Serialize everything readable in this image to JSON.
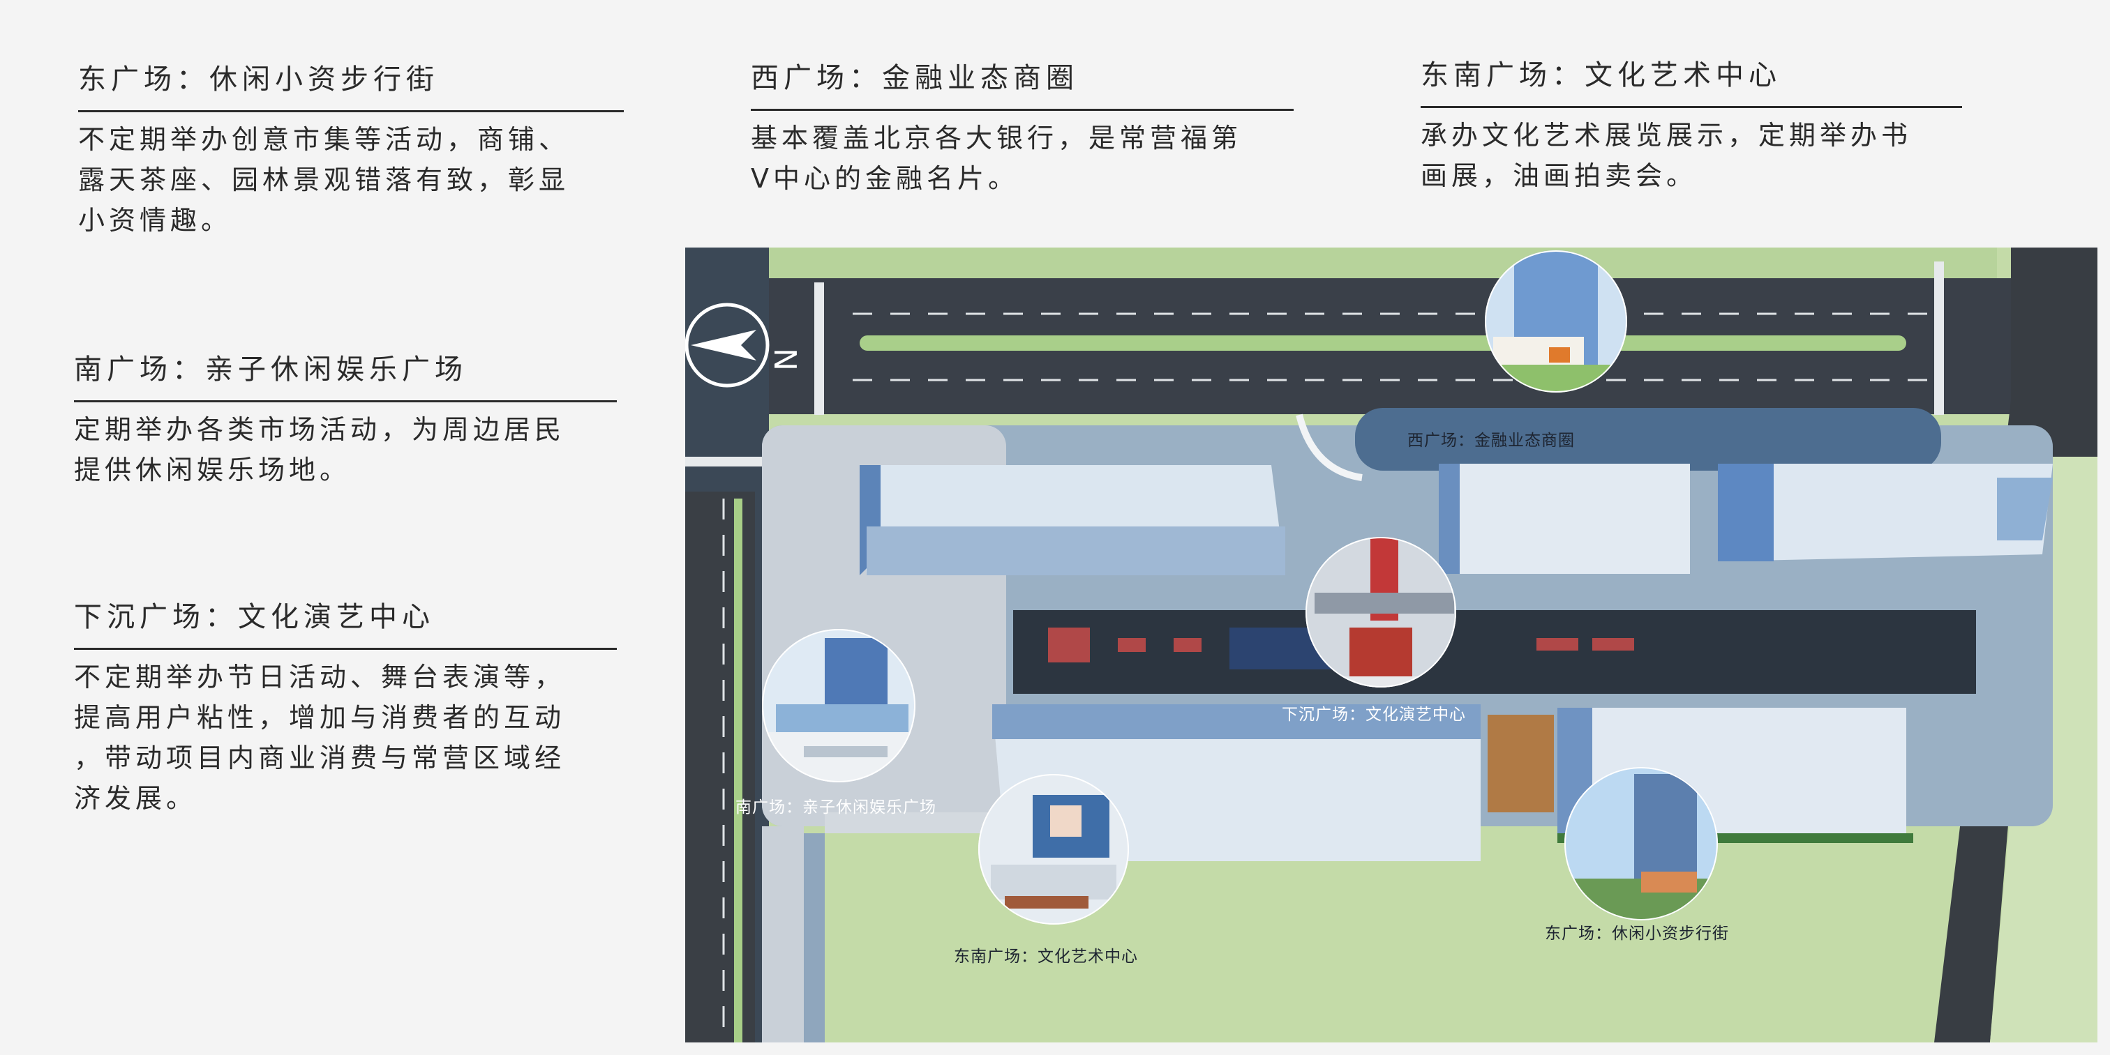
{
  "blocks": {
    "east": {
      "title": "东广场：休闲小资步行街",
      "lines": [
        "不定期举办创意市集等活动，商铺、",
        "露天茶座、园林景观错落有致，彰显",
        "小资情趣。"
      ]
    },
    "west": {
      "title": "西广场：金融业态商圈",
      "lines": [
        "基本覆盖北京各大银行，是常营福第",
        "V中心的金融名片。"
      ]
    },
    "southeast": {
      "title": "东南广场：文化艺术中心",
      "lines": [
        "承办文化艺术展览展示，定期举办书",
        "画展，油画拍卖会。"
      ]
    },
    "south": {
      "title": "南广场：亲子休闲娱乐广场",
      "lines": [
        "定期举办各类市场活动，为周边居民",
        "提供休闲娱乐场地。"
      ]
    },
    "sunken": {
      "title": "下沉广场：文化演艺中心",
      "lines": [
        "不定期举办节日活动、舞台表演等，",
        "提高用户粘性，增加与消费者的互动",
        "，带动项目内商业消费与常营区域经",
        "济发展。"
      ]
    }
  },
  "map": {
    "compass_letter": "N",
    "labels": {
      "west": "西广场：金融业态商圈",
      "sunken": "下沉广场：文化演艺中心",
      "south": "南广场：亲子休闲娱乐广场",
      "southeast": "东南广场：文化艺术中心",
      "east": "东广场：休闲小资步行街"
    }
  }
}
